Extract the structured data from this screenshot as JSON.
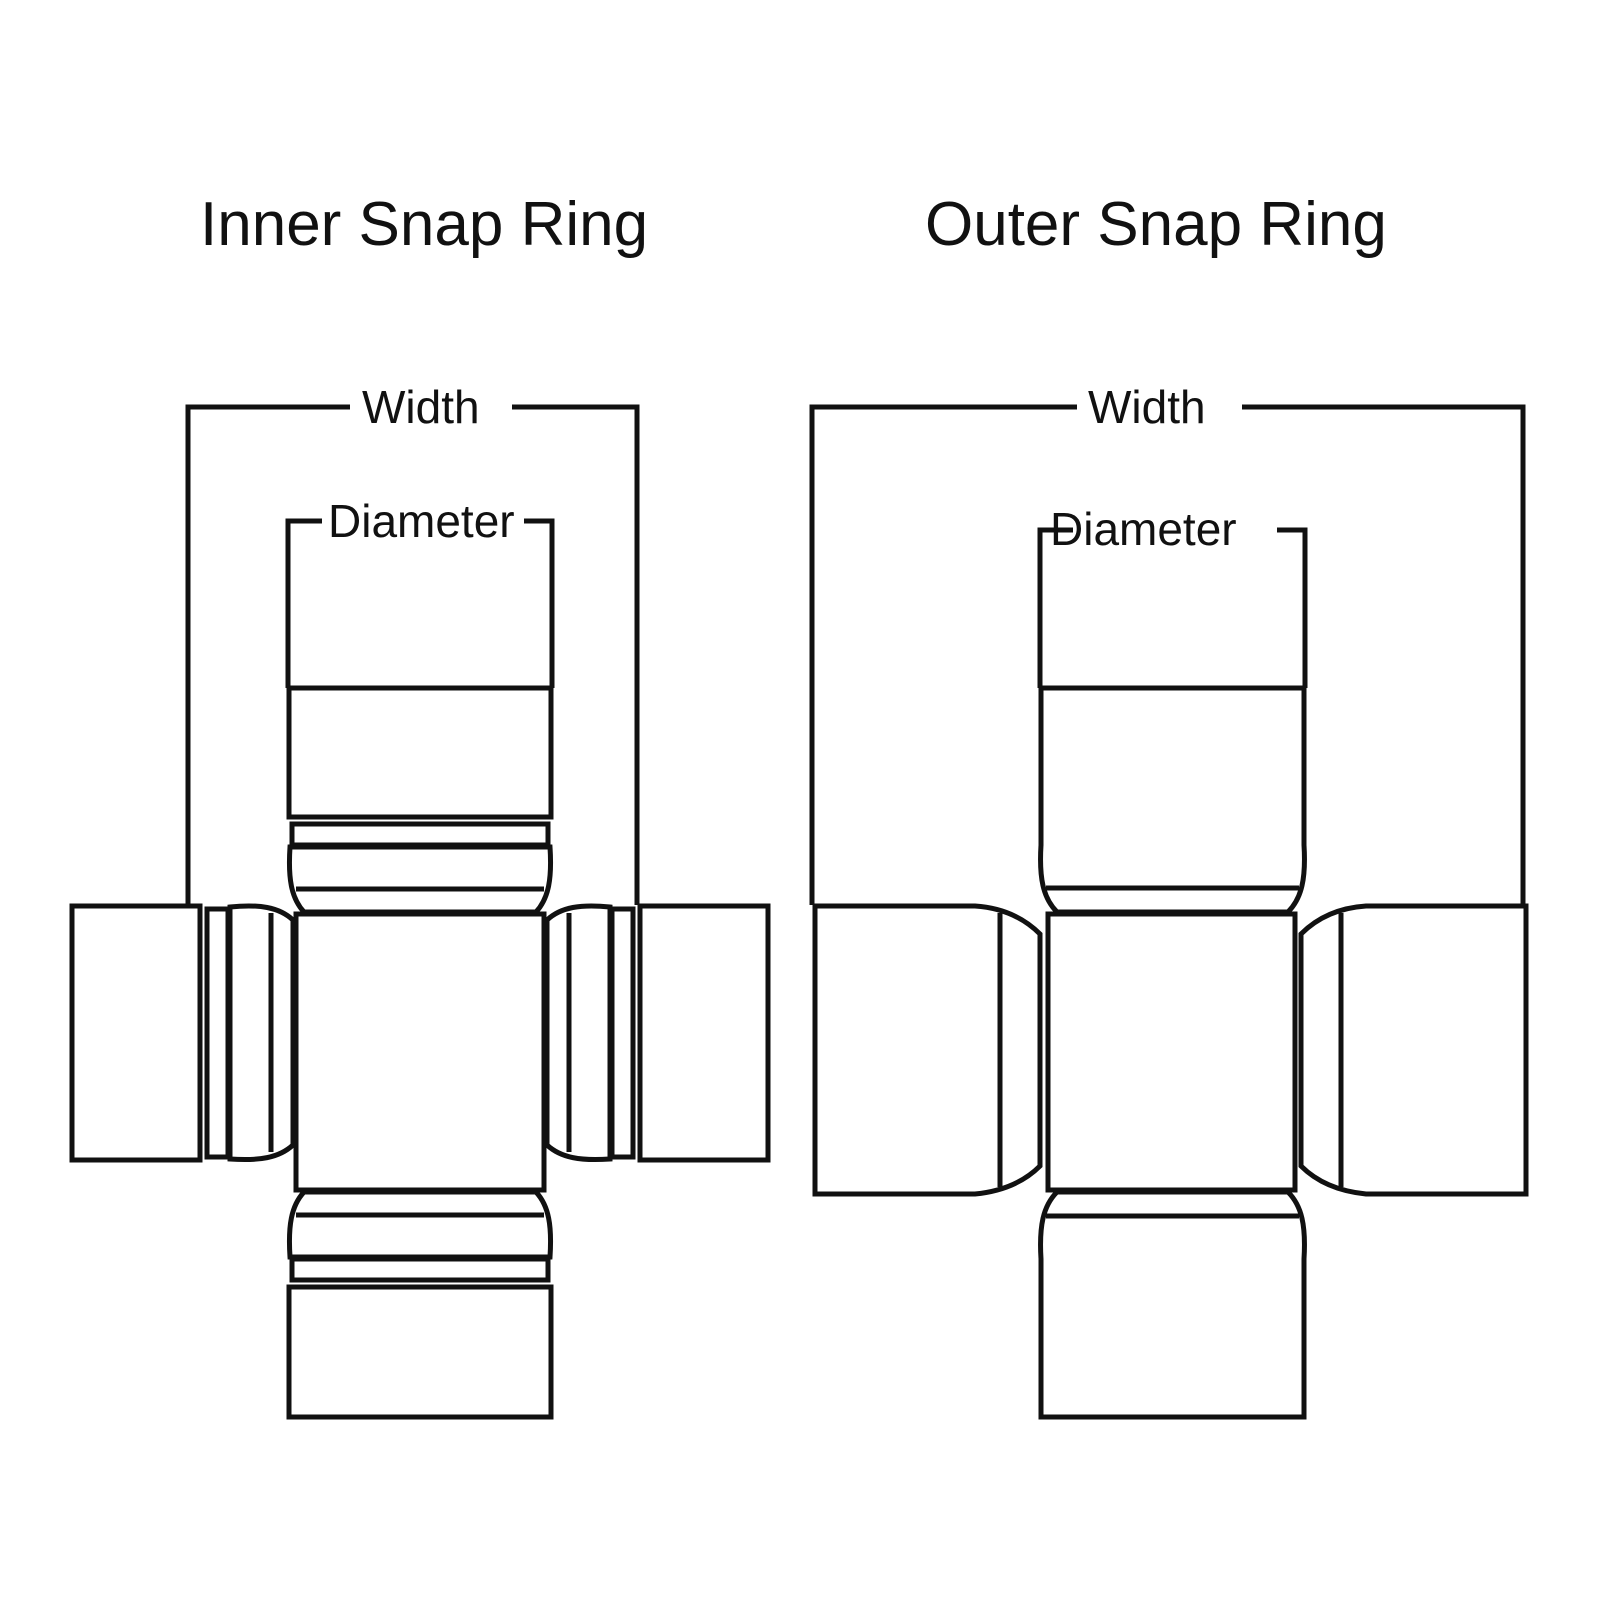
{
  "page": {
    "background_color": "#ffffff",
    "line_color": "#111111",
    "type": "technical-line-diagram",
    "subject": "universal joint (u-joint) snap ring location comparison"
  },
  "panels": [
    {
      "id": "inner",
      "title": "Inner Snap Ring",
      "dimensions": {
        "width_label": "Width",
        "diameter_label": "Diameter"
      }
    },
    {
      "id": "outer",
      "title": "Outer Snap Ring",
      "dimensions": {
        "width_label": "Width",
        "diameter_label": "Diameter"
      }
    }
  ]
}
